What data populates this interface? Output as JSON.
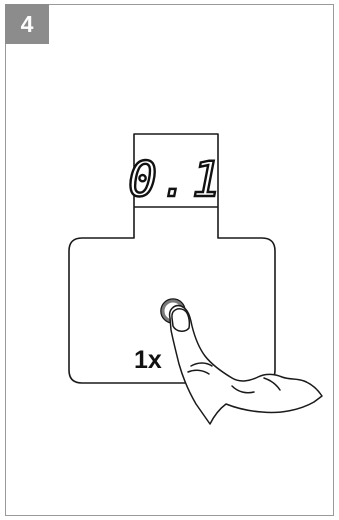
{
  "step": {
    "number": "4"
  },
  "display": {
    "reading": "0.1"
  },
  "button": {
    "press_count": "1x"
  },
  "icons": [
    "finger-pressing-icon",
    "touch-button-icon",
    "seven-segment-display-icon"
  ]
}
